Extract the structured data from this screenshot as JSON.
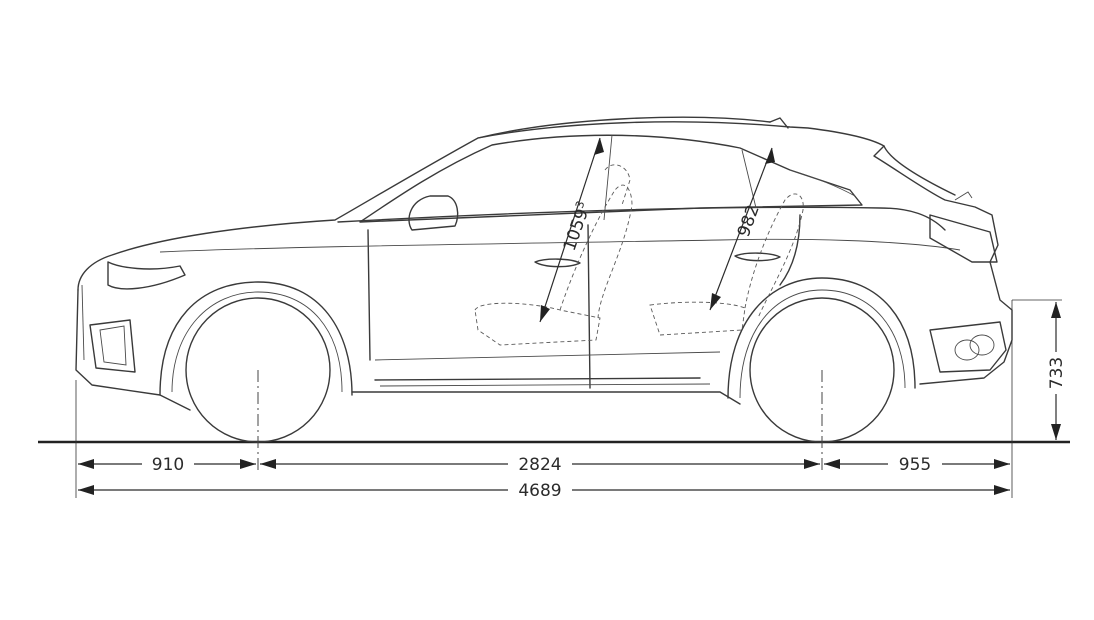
{
  "dimensions": {
    "front_overhang": "910",
    "wheelbase": "2824",
    "rear_overhang": "955",
    "overall_length": "4689",
    "ground_clearance_rear": "733",
    "front_headroom": "1059",
    "front_headroom_note": "3",
    "rear_headroom": "982"
  },
  "colors": {
    "line": "#3a3a3a",
    "background": "#ffffff"
  }
}
